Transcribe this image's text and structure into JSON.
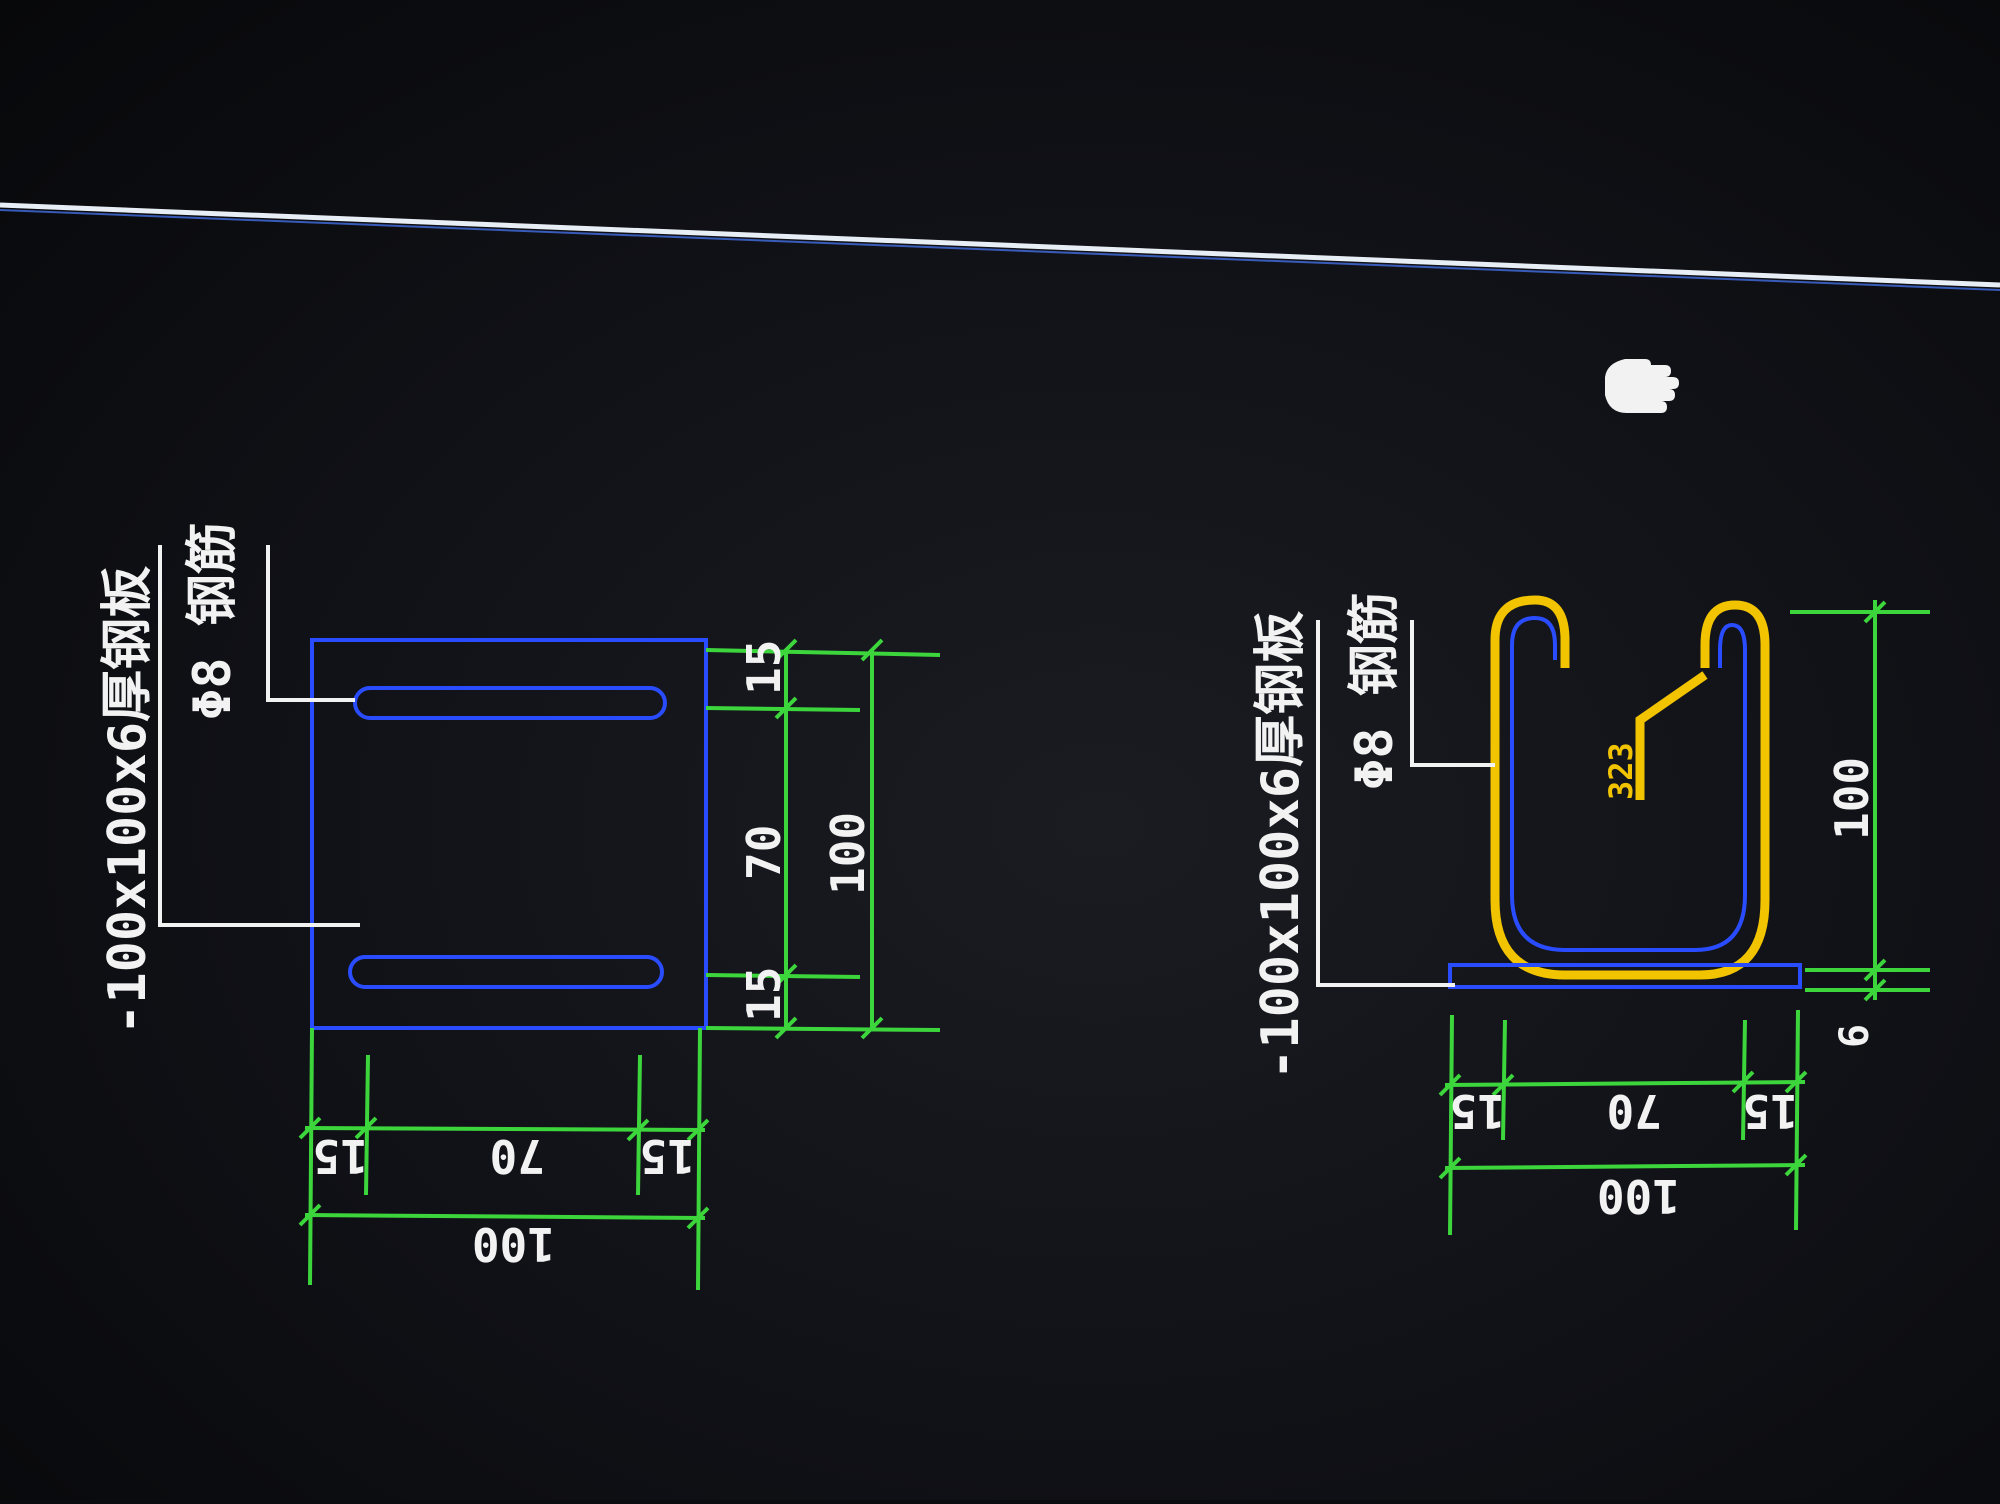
{
  "left_view": {
    "label_plate": "-100x100x6厚钢板",
    "label_rebar": "Φ8 钢筋",
    "dims_vertical": [
      "15",
      "70",
      "15",
      "100"
    ],
    "dims_horizontal": [
      "15",
      "70",
      "15",
      "100"
    ]
  },
  "right_view": {
    "label_plate": "-100x100x6厚钢板",
    "label_rebar": "Φ8 钢筋",
    "bar_length": "323",
    "dim_height": "100",
    "dim_thickness": "6",
    "dims_horizontal": [
      "15",
      "70",
      "15",
      "100"
    ]
  },
  "colors": {
    "dimension": "#3cd63c",
    "plate": "#2a4cff",
    "rebar": "#f2c400",
    "text": "#f2f2f2"
  },
  "icons": [
    "hand-cursor-icon"
  ]
}
